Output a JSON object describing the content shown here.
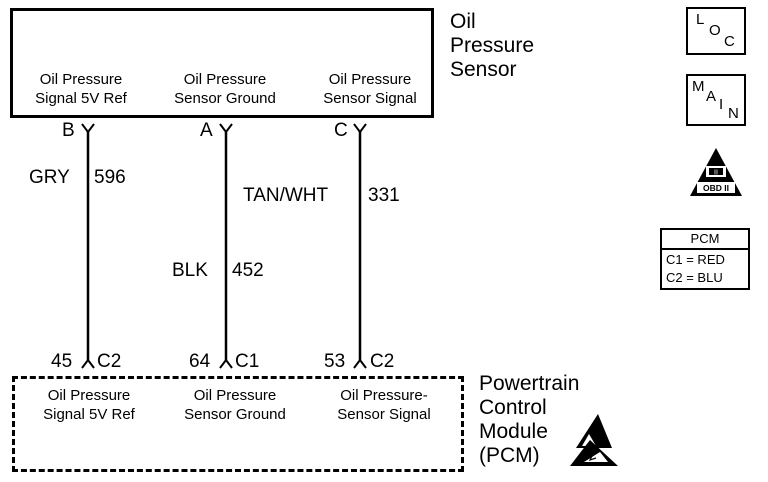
{
  "sensor": {
    "title_lines": [
      "Oil",
      "Pressure",
      "Sensor"
    ],
    "pins": [
      {
        "label_lines": [
          "Oil Pressure",
          "Signal 5V Ref"
        ],
        "connector_pin": "B",
        "wire_color": "GRY",
        "circuit": "596",
        "pcm_pin": "45",
        "pcm_connector": "C2"
      },
      {
        "label_lines": [
          "Oil Pressure",
          "Sensor Ground"
        ],
        "connector_pin": "A",
        "wire_color": "BLK",
        "circuit": "452",
        "pcm_pin": "64",
        "pcm_connector": "C1"
      },
      {
        "label_lines": [
          "Oil Pressure",
          "Sensor Signal"
        ],
        "connector_pin": "C",
        "wire_color": "TAN/WHT",
        "circuit": "331",
        "pcm_pin": "53",
        "pcm_connector": "C2"
      }
    ]
  },
  "pcm": {
    "title_lines": [
      "Powertrain",
      "Control",
      "Module",
      "(PCM)"
    ],
    "pins": [
      {
        "label_lines": [
          "Oil Pressure",
          "Signal 5V Ref"
        ]
      },
      {
        "label_lines": [
          "Oil Pressure",
          "Sensor Ground"
        ]
      },
      {
        "label_lines": [
          "Oil Pressure-",
          "Sensor Signal"
        ]
      }
    ]
  },
  "icons": {
    "loc": {
      "letters": [
        "L",
        "O",
        "C"
      ]
    },
    "main": {
      "letters": [
        "M",
        "A",
        "I",
        "N"
      ]
    },
    "obd": {
      "numeral": "II",
      "label": "OBD II"
    }
  },
  "legend": {
    "title": "PCM",
    "rows": [
      "C1 = RED",
      "C2 = BLU"
    ]
  }
}
